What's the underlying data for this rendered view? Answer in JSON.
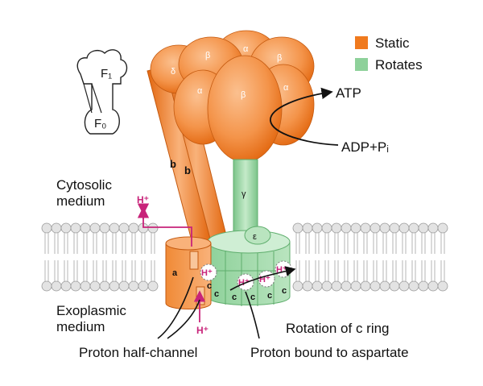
{
  "legend": {
    "static": {
      "label": "Static",
      "color": "#F07A1E"
    },
    "rotates": {
      "label": "Rotates",
      "color": "#8ED19A"
    }
  },
  "inset": {
    "f1_label": "F₁",
    "f0_label": "F₀"
  },
  "subunits": {
    "alpha": "α",
    "beta": "β",
    "delta": "δ",
    "gamma": "γ",
    "epsilon": "ε",
    "b": "b",
    "a": "a",
    "c": "c"
  },
  "labels": {
    "atp": "ATP",
    "adp": "ADP+Pᵢ",
    "cytosolic": "Cytosolic medium",
    "cytosolic_line1": "Cytosolic",
    "cytosolic_line2": "medium",
    "exoplasmic_line1": "Exoplasmic",
    "exoplasmic_line2": "medium",
    "proton": "H⁺",
    "rotation": "Rotation of ϲ ring",
    "half_channel": "Proton half-channel",
    "bound_aspartate": "Proton bound to aspartate"
  },
  "colors": {
    "orange_dark": "#E2660E",
    "orange_light": "#F9B27A",
    "green": "#8ED19A",
    "green_dark": "#5FAE6D",
    "membrane_head": "#E3E3E3",
    "proton_path": "#C8247A"
  }
}
